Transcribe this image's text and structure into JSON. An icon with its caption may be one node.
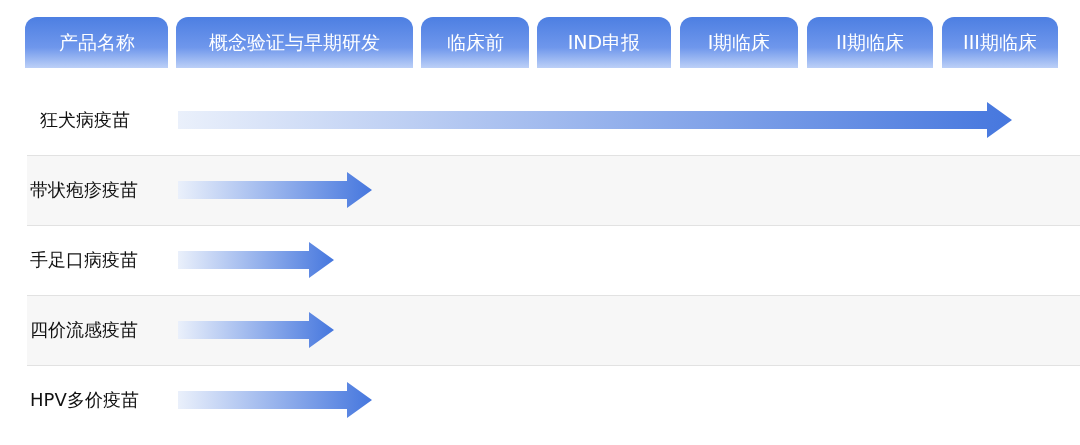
{
  "diagram": {
    "nodes": [
      {
        "text": [
          "产品名称"
        ]
      },
      {
        "text": [
          "概念验证与早期研发"
        ]
      },
      {
        "text": [
          "临床前"
        ]
      },
      {
        "text": [
          "IND申报"
        ]
      },
      {
        "text": [
          "I期临床"
        ]
      },
      {
        "text": [
          "II期临床"
        ]
      },
      {
        "text": [
          "III期临床"
        ]
      },
      {
        "text": [
          "狂犬病疫苗"
        ]
      },
      {
        "text": [
          "带状疱疹疫苗"
        ]
      },
      {
        "text": [
          "手足口病疫苗"
        ]
      },
      {
        "text": [
          "四价流感疫苗"
        ]
      },
      {
        "text": [
          "HPV多价疫苗"
        ]
      }
    ]
  }
}
